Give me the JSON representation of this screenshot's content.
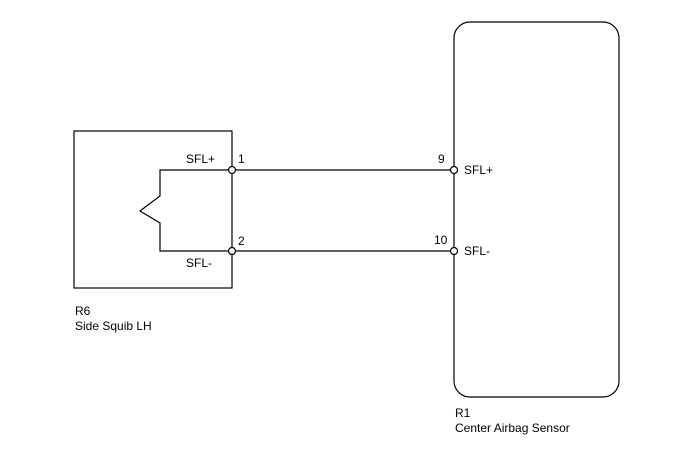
{
  "components": {
    "side_squib": {
      "ref": "R6",
      "name": "Side Squib LH",
      "pins": [
        {
          "number": "1",
          "signal": "SFL+"
        },
        {
          "number": "2",
          "signal": "SFL-"
        }
      ]
    },
    "airbag_sensor": {
      "ref": "R1",
      "name": "Center Airbag Sensor",
      "pins": [
        {
          "number": "9",
          "signal": "SFL+"
        },
        {
          "number": "10",
          "signal": "SFL-"
        }
      ]
    }
  },
  "wires": [
    {
      "from": "R6-1",
      "to": "R1-9"
    },
    {
      "from": "R6-2",
      "to": "R1-10"
    }
  ]
}
